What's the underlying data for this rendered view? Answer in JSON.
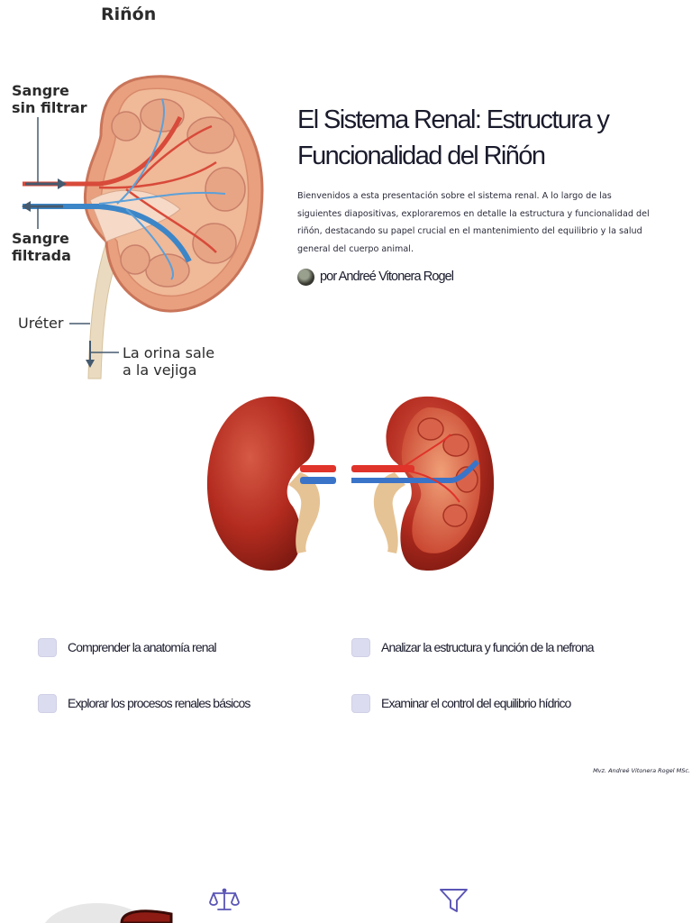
{
  "diagram": {
    "title": "Riñón",
    "labels": {
      "unfiltered_line1": "Sangre",
      "unfiltered_line2": "sin filtrar",
      "filtered_line1": "Sangre",
      "filtered_line2": "filtrada",
      "ureter": "Uréter",
      "urine_line1": "La orina sale",
      "urine_line2": "a la vejiga"
    }
  },
  "header": {
    "title": "El Sistema Renal: Estructura y Funcionalidad del Riñón",
    "intro": "Bienvenidos a esta presentación sobre el sistema renal. A lo largo de las siguientes diapositivas, exploraremos en detalle la estructura y funcionalidad del riñón, destacando su papel crucial en el mantenimiento del equilibrio y la salud general del cuerpo animal.",
    "author": "por Andreé Vitonera Rogel"
  },
  "objectives": [
    {
      "label": "Comprender la anatomía renal"
    },
    {
      "label": "Analizar la estructura y función de la nefrona"
    },
    {
      "label": "Explorar los procesos renales básicos"
    },
    {
      "label": "Examinar el control del equilibrio hídrico"
    }
  ],
  "credit": "Mvz. Andreé Vitonera Rogel MSc.",
  "icons": {
    "avatar": "author-avatar",
    "scale": "balance-scale-icon",
    "filter": "filter-funnel-icon"
  },
  "colors": {
    "checkbox": "#dcdcf1",
    "icon_accent": "#5a55b5",
    "text": "#1a1b2c",
    "artery": "#d84a3a",
    "vein": "#3c86c8",
    "kidney": "#e9a07e"
  }
}
